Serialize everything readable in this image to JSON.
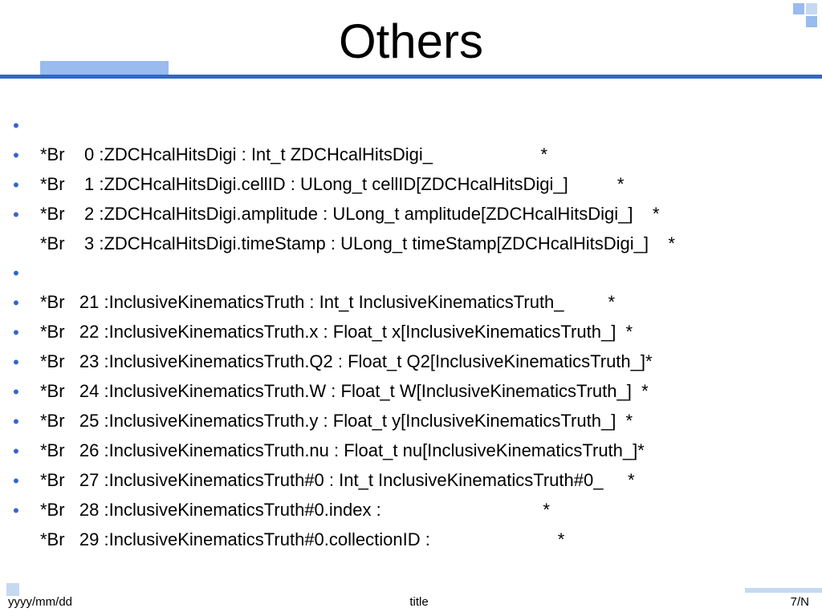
{
  "slide": {
    "title": "Others",
    "bullet_glyph": "•",
    "bullets": [
      "*Br    0 :ZDCHcalHitsDigi : Int_t ZDCHcalHitsDigi_                      *",
      "*Br    1 :ZDCHcalHitsDigi.cellID : ULong_t cellID[ZDCHcalHitsDigi_]          *",
      "*Br    2 :ZDCHcalHitsDigi.amplitude : ULong_t amplitude[ZDCHcalHitsDigi_]    *",
      "*Br    3 :ZDCHcalHitsDigi.timeStamp : ULong_t timeStamp[ZDCHcalHitsDigi_]    *",
      "*Br   21 :InclusiveKinematicsTruth : Int_t InclusiveKinematicsTruth_         *",
      "*Br   22 :InclusiveKinematicsTruth.x : Float_t x[InclusiveKinematicsTruth_]  *",
      "*Br   23 :InclusiveKinematicsTruth.Q2 : Float_t Q2[InclusiveKinematicsTruth_]*",
      "*Br   24 :InclusiveKinematicsTruth.W : Float_t W[InclusiveKinematicsTruth_]  *",
      "*Br   25 :InclusiveKinematicsTruth.y : Float_t y[InclusiveKinematicsTruth_]  *",
      "*Br   26 :InclusiveKinematicsTruth.nu : Float_t nu[InclusiveKinematicsTruth_]*",
      "*Br   27 :InclusiveKinematicsTruth#0 : Int_t InclusiveKinematicsTruth#0_     *",
      "*Br   28 :InclusiveKinematicsTruth#0.index :                                 *",
      "*Br   29 :InclusiveKinematicsTruth#0.collectionID :                          *"
    ]
  },
  "footer": {
    "date": "yyyy/mm/dd",
    "title": "title",
    "page": "7/N"
  },
  "colors": {
    "rule": "#3366CC",
    "accent": "#99BBEE",
    "deco_light": "#C5D9F1",
    "deco_mid": "#99BBEE",
    "bullet": "#3366CC"
  }
}
